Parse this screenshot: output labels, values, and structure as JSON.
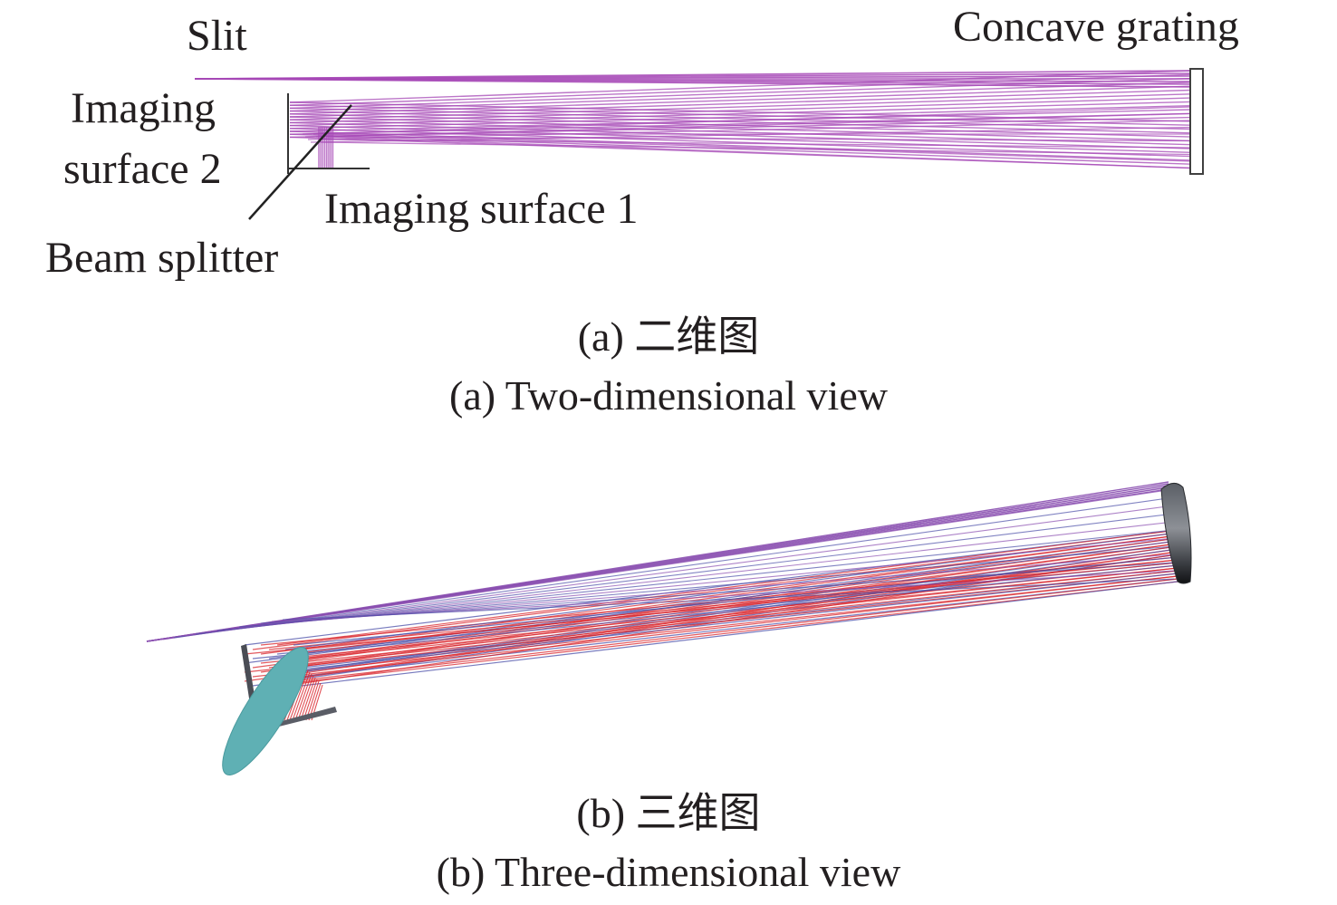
{
  "figure_a": {
    "labels": {
      "slit": "Slit",
      "concave_grating": "Concave grating",
      "imaging_surface_2_line1": "Imaging",
      "imaging_surface_2_line2": "surface 2",
      "imaging_surface_1": "Imaging surface 1",
      "beam_splitter": "Beam splitter"
    },
    "caption_cn": "(a) 二维图",
    "caption_en": "(a) Two-dimensional view",
    "ray_color": "#a648b6"
  },
  "figure_b": {
    "caption_cn": "(b) 三维图",
    "caption_en": "(b) Three-dimensional view",
    "ray_colors": [
      "#d8232a",
      "#4b4fa8",
      "#8a4fb0"
    ],
    "beam_splitter_color": "#5fb0b4",
    "grating_color": "#5a5e66"
  }
}
